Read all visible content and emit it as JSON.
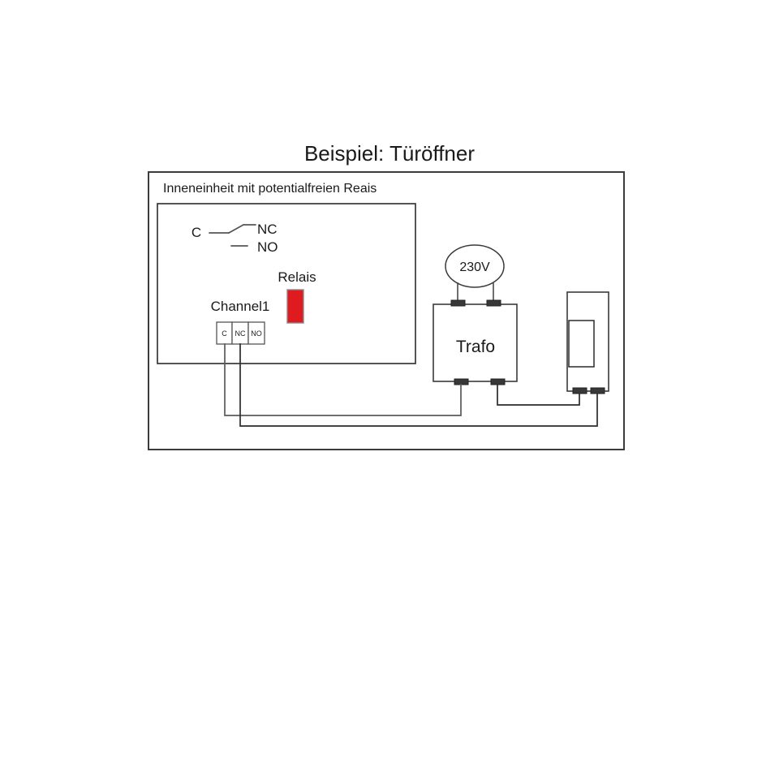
{
  "diagram": {
    "title": "Beispiel: Türöffner",
    "outer_frame_label": "Inneneinheit mit potentialfreien Reais",
    "contacts": {
      "common_label": "C",
      "nc_label": "NC",
      "no_label": "NO"
    },
    "relay": {
      "label": "Relais",
      "led_color": "#E01B20",
      "led_border_color": "#8a8a8a"
    },
    "channel": {
      "label": "Channel1",
      "terminals": [
        "C",
        "NC",
        "NO"
      ]
    },
    "power_source": {
      "label": "230V"
    },
    "transformer": {
      "label": "Trafo"
    },
    "door_opener": {
      "label": ""
    },
    "colors": {
      "frame_stroke": "#3c3c3c",
      "wire_stroke": "#5a5a5a",
      "terminal_fill": "#383838",
      "background": "#ffffff"
    }
  }
}
